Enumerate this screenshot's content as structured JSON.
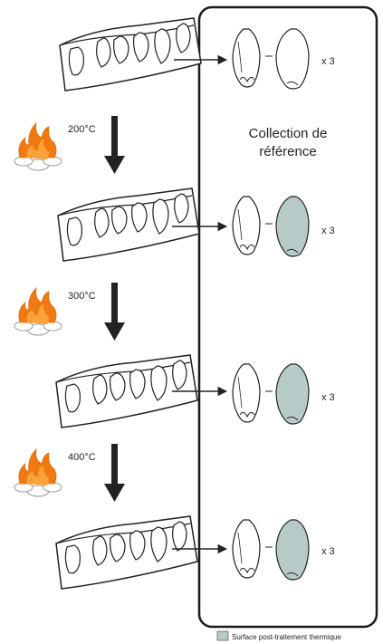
{
  "diagram": {
    "panel_title_line1": "Collection de",
    "panel_title_line2": "référence",
    "temperatures": [
      "200°C",
      "300°C",
      "400°C"
    ],
    "multipliers": [
      "x 3",
      "x 3",
      "x 3",
      "x 3"
    ],
    "legend_label": "Surface post-traitement thermique",
    "colors": {
      "outline": "#222222",
      "heated_surface": "#b8cac8",
      "flame_orange": "#f07a12",
      "flame_light": "#f9a23a",
      "panel_border": "#1a1a1a"
    },
    "icons": [
      "jaw-icon",
      "tooth-pair-icon",
      "campfire-icon",
      "down-arrow-icon",
      "right-arrow-icon"
    ]
  }
}
